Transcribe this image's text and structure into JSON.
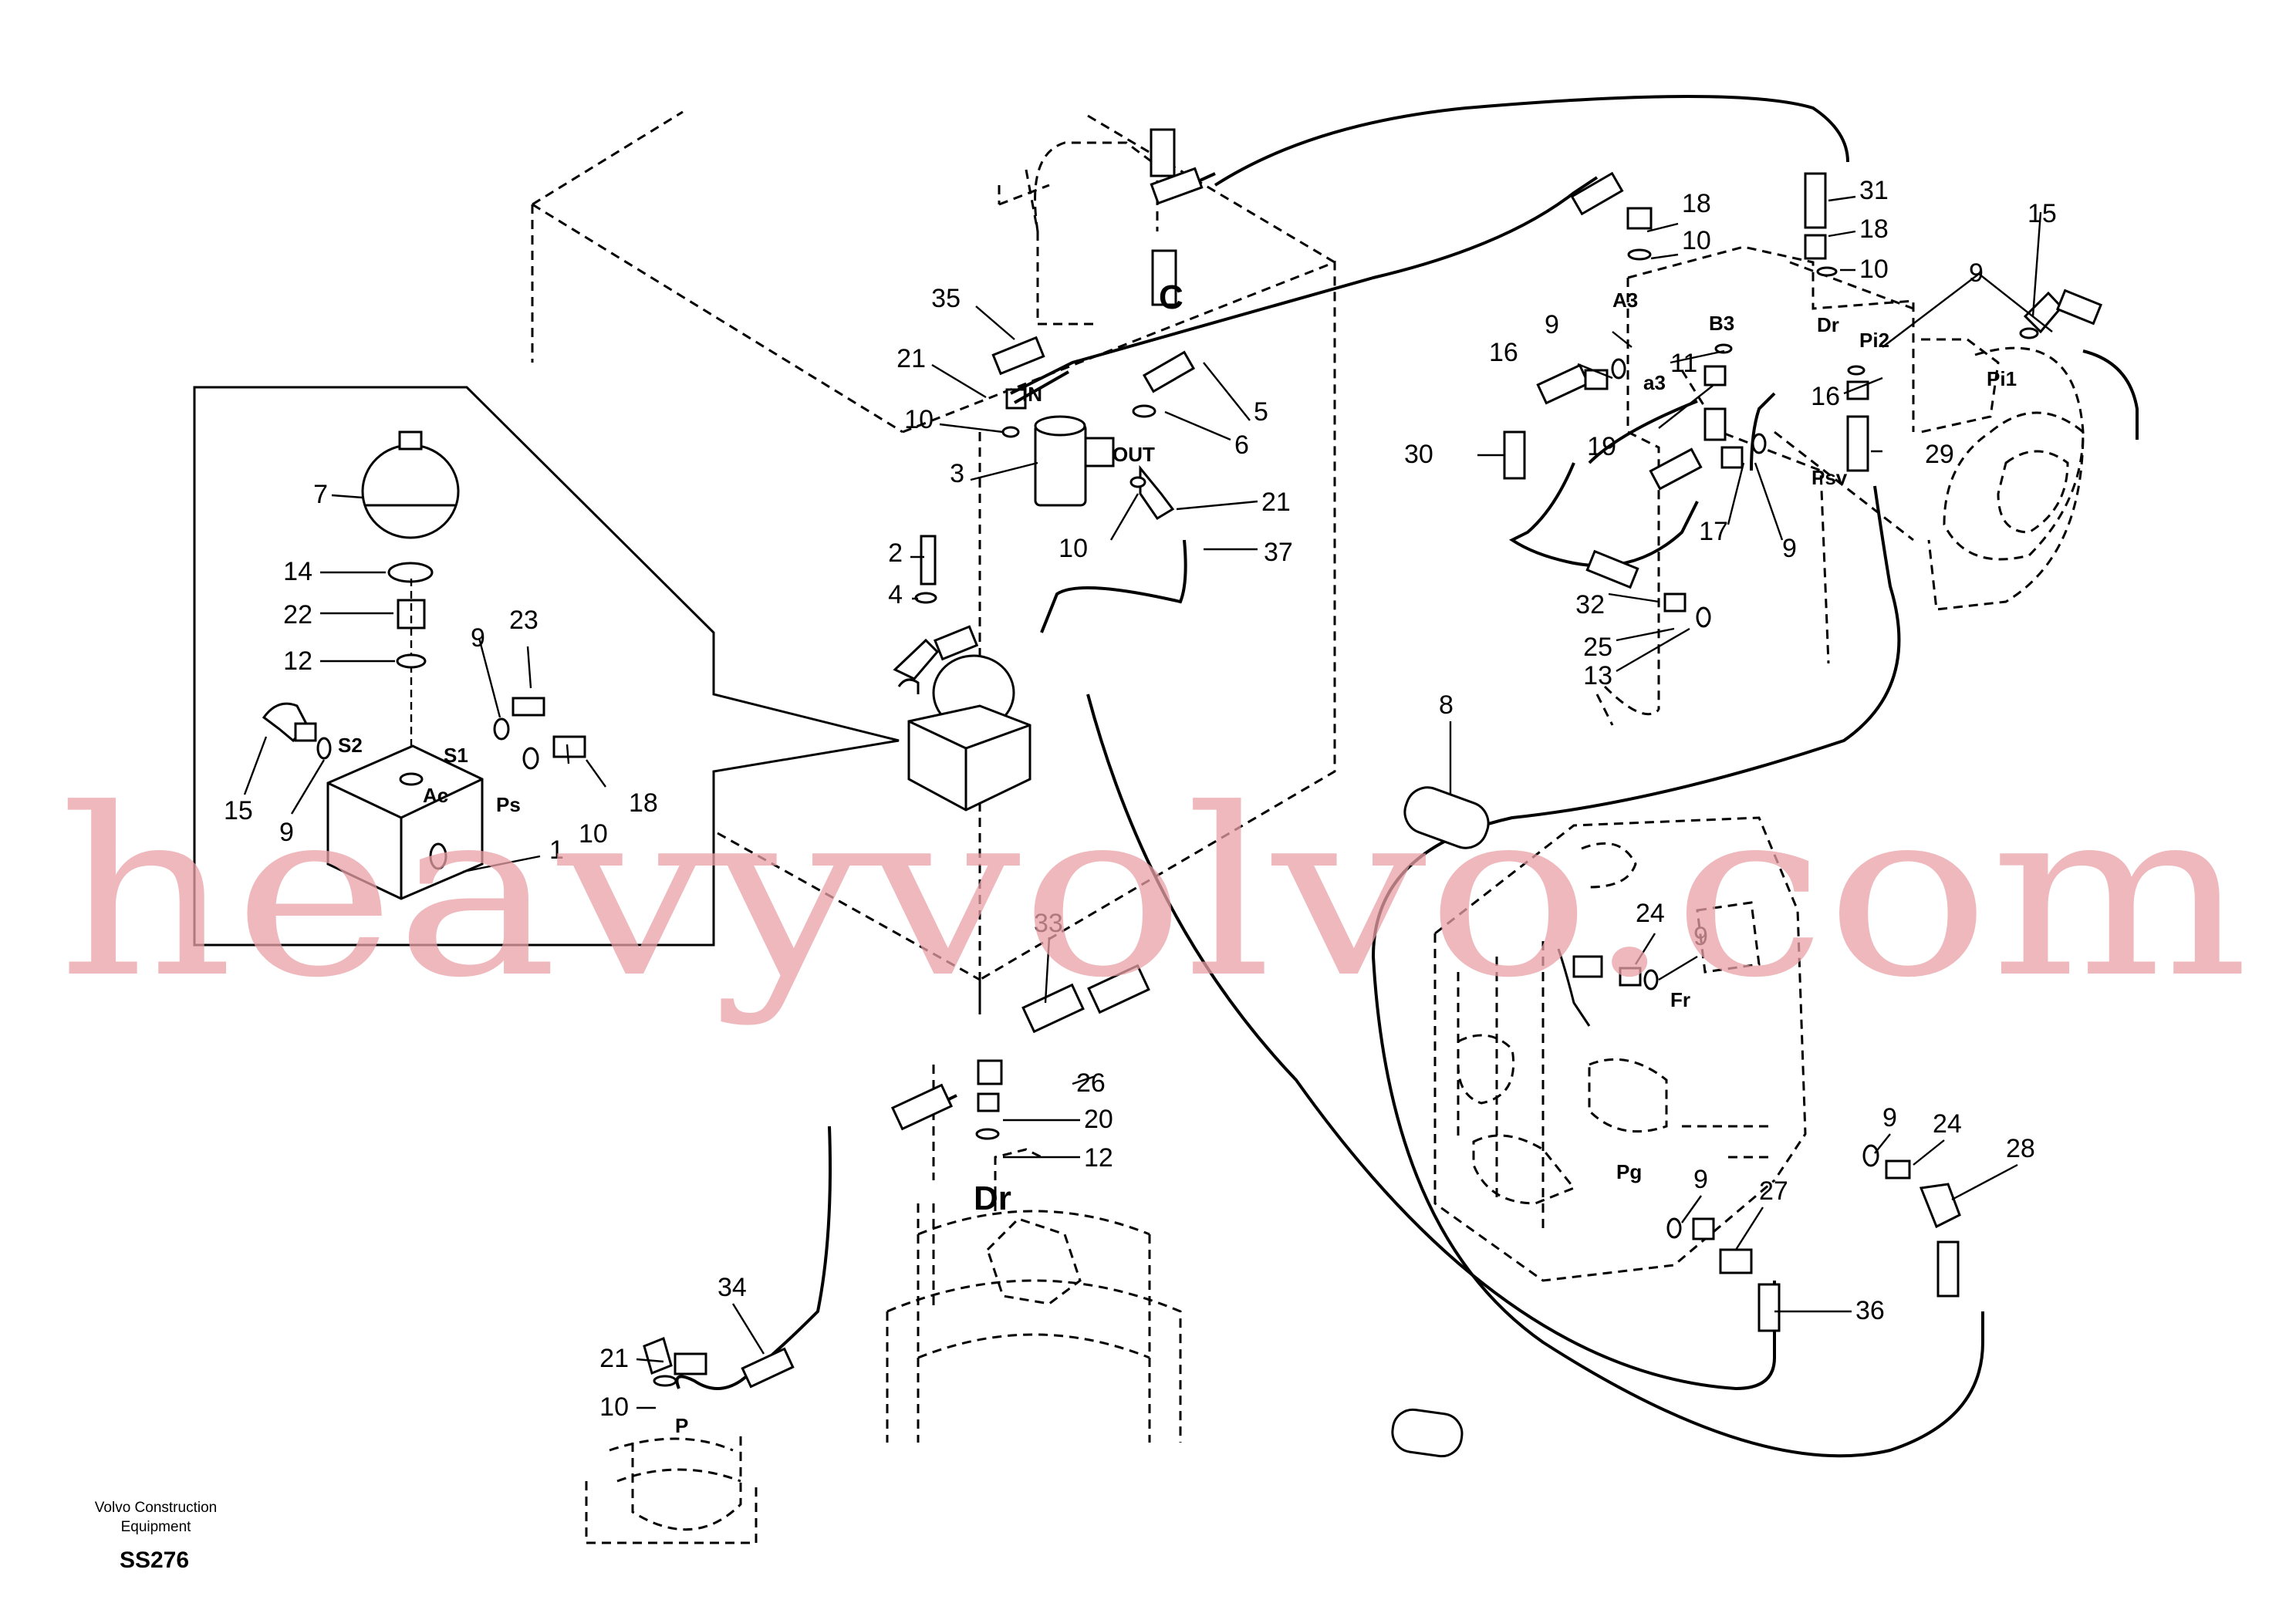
{
  "watermark": "heavyvolvo.com",
  "company": [
    "Volvo Construction",
    "Equipment"
  ],
  "drawing_code": "SS276",
  "callouts": [
    "35",
    "21",
    "10",
    "3",
    "2",
    "4",
    "5",
    "6",
    "21",
    "10",
    "37",
    "18",
    "10",
    "31",
    "18",
    "10",
    "9",
    "16",
    "30",
    "19",
    "11",
    "17",
    "9",
    "32",
    "25",
    "13",
    "15",
    "9",
    "16",
    "29",
    "7",
    "14",
    "22",
    "12",
    "9",
    "23",
    "15",
    "9",
    "18",
    "10",
    "1",
    "8",
    "24",
    "9",
    "33",
    "26",
    "20",
    "12",
    "34",
    "21",
    "10",
    "9",
    "24",
    "28",
    "9",
    "27",
    "36"
  ],
  "ports": [
    "C",
    "IN",
    "OUT",
    "A3",
    "B3",
    "a3",
    "Psv",
    "Dr",
    "Pi2",
    "Pi1",
    "S2",
    "S1",
    "Ac",
    "Ps",
    "Fr",
    "Pg",
    "Dr",
    "P"
  ]
}
